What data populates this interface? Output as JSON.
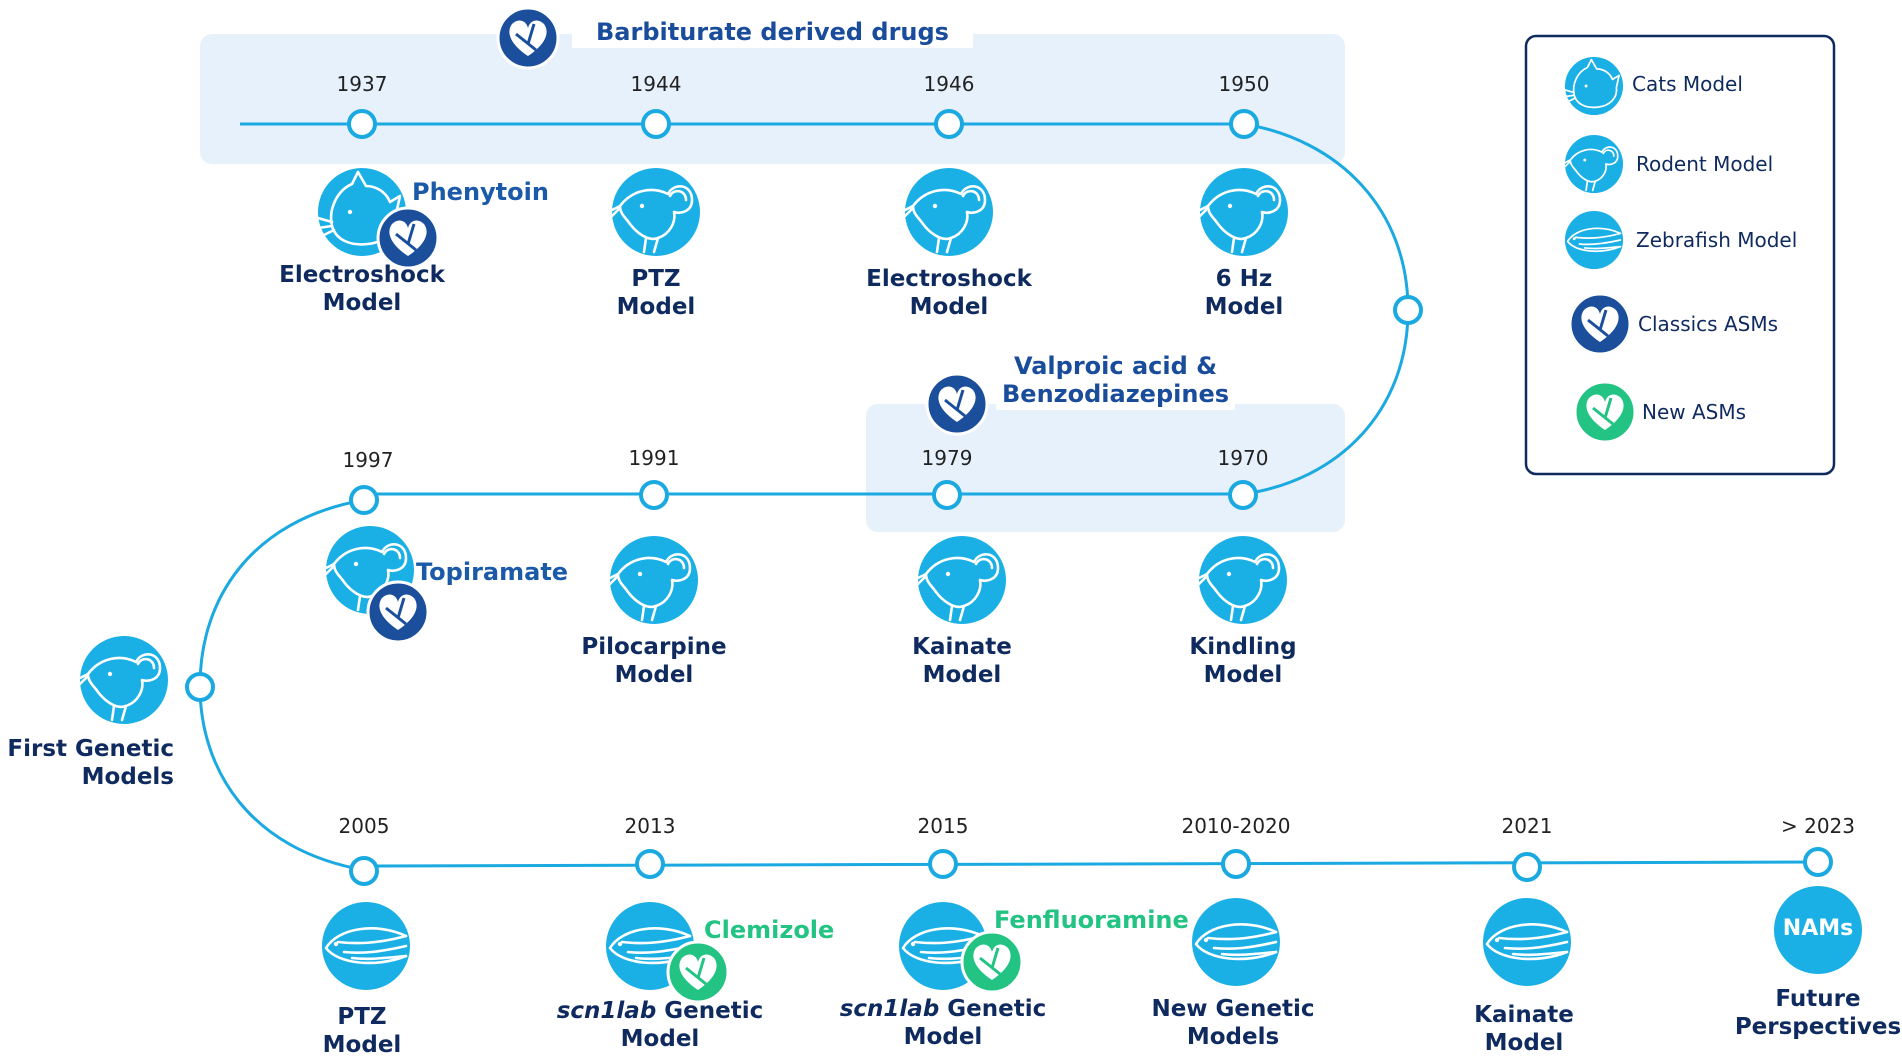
{
  "bands": {
    "barbiturate_title": "Barbiturate derived drugs",
    "valproic_line1": "Valproic acid &",
    "valproic_line2": "Benzodiazepines"
  },
  "row1": [
    {
      "year": "1937",
      "animal": "cat",
      "line1": "Electroshock",
      "line2": "Model",
      "drug": "Phenytoin"
    },
    {
      "year": "1944",
      "animal": "rodent",
      "line1": "PTZ",
      "line2": "Model"
    },
    {
      "year": "1946",
      "animal": "rodent",
      "line1": "Electroshock",
      "line2": "Model"
    },
    {
      "year": "1950",
      "animal": "rodent",
      "line1": "6 Hz",
      "line2": "Model"
    }
  ],
  "row2": [
    {
      "year": "1997",
      "animal": "rodent",
      "drug": "Topiramate"
    },
    {
      "year": "1991",
      "animal": "rodent",
      "line1": "Pilocarpine",
      "line2": "Model"
    },
    {
      "year": "1979",
      "animal": "rodent",
      "line1": "Kainate",
      "line2": "Model"
    },
    {
      "year": "1970",
      "animal": "rodent",
      "line1": "Kindling",
      "line2": "Model"
    }
  ],
  "genetic": {
    "line1": "First Genetic",
    "line2": "Models"
  },
  "row3": [
    {
      "year": "2005",
      "animal": "fish",
      "line1": "PTZ",
      "line2": "Model"
    },
    {
      "year": "2013",
      "animal": "fish",
      "line1_italic": "scn1lab",
      "line1_rest": " Genetic",
      "line2": "Model",
      "drug": "Clemizole"
    },
    {
      "year": "2015",
      "animal": "fish",
      "line1_italic": "scn1lab",
      "line1_rest": " Genetic",
      "line2": "Model",
      "drug": "Fenfluoramine"
    },
    {
      "year": "2010-2020",
      "animal": "fish",
      "line1": "New Genetic",
      "line2": "Models"
    },
    {
      "year": "2021",
      "animal": "fish",
      "line1": "Kainate",
      "line2": "Model"
    },
    {
      "year": "> 2023",
      "nams": "NAMs",
      "line1": "Future",
      "line2": "Perspectives"
    }
  ],
  "legend": [
    {
      "label": "Cats Model",
      "icon": "cat-icon"
    },
    {
      "label": "Rodent Model",
      "icon": "rodent-icon"
    },
    {
      "label": "Zebrafish Model",
      "icon": "zebrafish-icon"
    },
    {
      "label": "Classics ASMs",
      "icon": "classic-pill-heart-icon"
    },
    {
      "label": "New ASMs",
      "icon": "new-pill-heart-icon"
    }
  ],
  "colors": {
    "line": "#1aa9e0",
    "animal": "#1ab0e6",
    "classic": "#1b4f9c",
    "new": "#22c383",
    "band": "#e6f1fb",
    "text": "#0f2a5e"
  }
}
